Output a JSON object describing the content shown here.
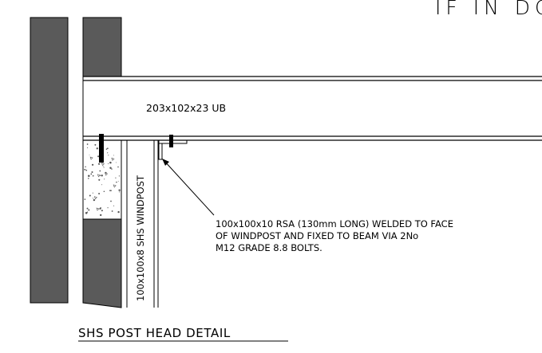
{
  "header_fragment": "IF IN DO",
  "beam_label": "203x102x23 UB",
  "post_label": "100x100x8 SHS WINDPOST",
  "callout_lines": [
    "100x100x10 RSA (130mm LONG) WELDED TO FACE",
    "OF WINDPOST AND FIXED TO BEAM VIA 2No",
    "M12 GRADE 8.8 BOLTS."
  ],
  "detail_title": "SHS POST HEAD DETAIL",
  "colors": {
    "wall": "#5a5a5a",
    "line": "#000000",
    "infill_speckle": "#555555"
  }
}
